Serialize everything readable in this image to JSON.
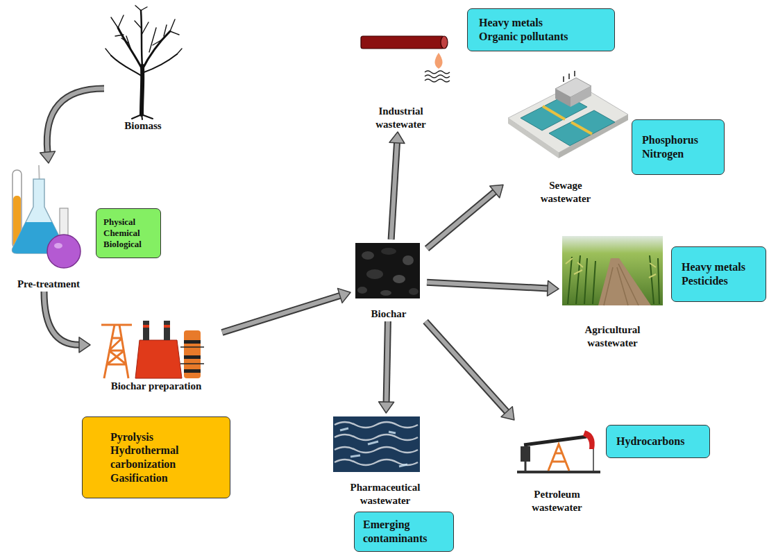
{
  "diagram": {
    "nodes": [
      {
        "text": [
          "Biomass"
        ]
      },
      {
        "text": [
          "Pre-treatment"
        ]
      },
      {
        "text": [
          "Physical Chemical Biological"
        ]
      },
      {
        "text": [
          "Biochar preparation"
        ]
      },
      {
        "text": [
          "Pyrolysis Hydrothermal carbonization Gasification"
        ]
      },
      {
        "text": [
          "Biochar"
        ]
      },
      {
        "text": [
          "Industrial wastewater"
        ]
      },
      {
        "text": [
          "Heavy metals Organic pollutants"
        ]
      },
      {
        "text": [
          "Sewage wastewater"
        ]
      },
      {
        "text": [
          "Phosphorus Nitrogen"
        ]
      },
      {
        "text": [
          "Agricultural wastewater"
        ]
      },
      {
        "text": [
          "Heavy metals Pesticides"
        ]
      },
      {
        "text": [
          "Petroleum wastewater"
        ]
      },
      {
        "text": [
          "Hydrocarbons"
        ]
      },
      {
        "text": [
          "Pharmaceutical wastewater"
        ]
      },
      {
        "text": [
          "Emerging contaminants"
        ]
      }
    ],
    "edges": [
      {
        "from": 0,
        "to": 1,
        "arrow": "to"
      },
      {
        "from": 1,
        "to": 3,
        "arrow": "to"
      },
      {
        "from": 3,
        "to": 5,
        "arrow": "to"
      },
      {
        "from": 5,
        "to": 6,
        "arrow": "to"
      },
      {
        "from": 5,
        "to": 8,
        "arrow": "to"
      },
      {
        "from": 5,
        "to": 10,
        "arrow": "to"
      },
      {
        "from": 5,
        "to": 12,
        "arrow": "to"
      },
      {
        "from": 5,
        "to": 14,
        "arrow": "to"
      }
    ]
  }
}
